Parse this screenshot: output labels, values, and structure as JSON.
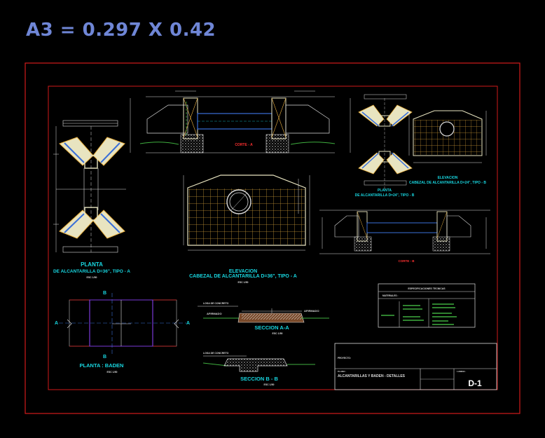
{
  "header": {
    "paper_size": "A3 = 0.297 X 0.42"
  },
  "labels": {
    "planta_title_1": "PLANTA",
    "planta_title_2": "DE ALCANTARILLA D=36\", TIPO - A",
    "elevacion_title_1": "ELEVACION",
    "elevacion_title_2": "CABEZAL DE ALCANTARILLA D=36\", TIPO - A",
    "elevacion_b_title_1": "ELEVACION",
    "elevacion_b_title_2": "CABEZAL DE ALCANTARILLA D=24\", TIPO - B",
    "planta_b_title_1": "PLANTA",
    "planta_b_title_2": "DE ALCANTARILLA D=24\", TIPO - B",
    "corte_a": "CORTE - A",
    "corte_b": "CORTE - B",
    "seccion_aa": "SECCION A-A",
    "seccion_bb": "SECCION B - B",
    "planta_baden": "PLANTA : BADEN",
    "esc": "ESC 1/50",
    "losa_concreto": "LOSA DE CONCRETO",
    "afirmado": "AFIRMADO",
    "marker_a": "A",
    "marker_b": "B"
  },
  "specs": {
    "title": "ESPECIFICACIONES TECNICAS",
    "materiales": "MATERIALES :"
  },
  "title_block": {
    "proyecto_label": "PROYECTO:",
    "plano_label": "PLANO :",
    "plano_title": "ALCANTARILLAS Y BADEN - DETALLES",
    "lamina_label": "LAMINA :",
    "sheet_id": "D-1"
  },
  "colors": {
    "outer_frame": "#d11a1a",
    "inner_frame": "#d11a1a",
    "header_text": "#6f86d6",
    "title_cyan": "#18d6e0",
    "concrete": "#e8e4c0",
    "rebar": "#e8b040",
    "pipe": "#e8c83a",
    "dimension": "#e8e8e8",
    "red_label": "#ff3030"
  }
}
